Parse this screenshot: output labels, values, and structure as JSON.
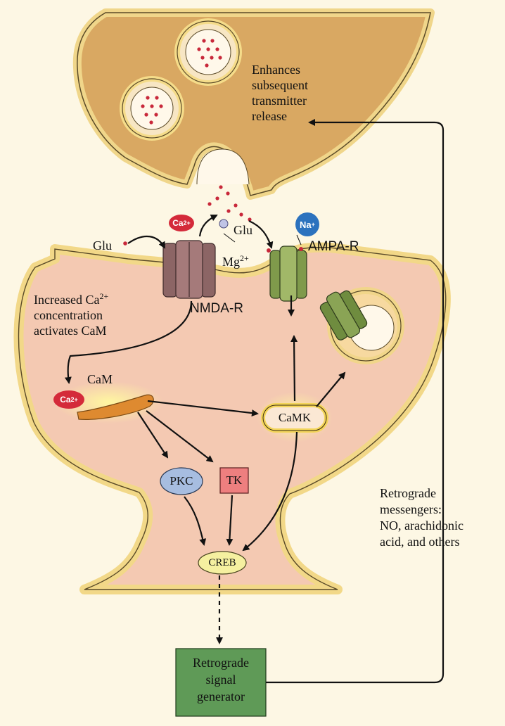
{
  "labels": {
    "enhances": [
      "Enhances",
      "subsequent",
      "transmitter",
      "release"
    ],
    "glu_left": "Glu",
    "glu_right": "Glu",
    "mg": "Mg",
    "mg_sup": "2+",
    "ampa": "AMPA-R",
    "nmda": "NMDA-R",
    "increased_line1": "Increased Ca",
    "increased_sup": "2+",
    "increased_line2": "concentration",
    "increased_line3": "activates CaM",
    "cam": "CaM",
    "retrograde": [
      "Retrograde",
      "messengers:",
      "NO, arachidonic",
      "acid, and others"
    ]
  },
  "nodes": {
    "camk": "CaMK",
    "pkc": "PKC",
    "tk": "TK",
    "creb": "CREB",
    "generator": [
      "Retrograde",
      "signal",
      "generator"
    ]
  },
  "ions": {
    "ca_top": "Ca2+",
    "ca_cam": "Ca2+",
    "na": "Na+"
  },
  "colors": {
    "background": "#fdf7e4",
    "presynaptic_fill": "#d9a862",
    "postsynaptic_fill": "#f4c9b2",
    "membrane": "#f5dc8a",
    "nmda_receptor": "#8c6565",
    "ampa_receptor": "#8aa455",
    "cam_bar": "#de8a30",
    "ca_ion": "#d42a3a",
    "na_ion": "#2c72be",
    "pkc": "#a7bde0",
    "tk": "#ee7f7f",
    "creb": "#f5f0a0",
    "generator": "#5f9a57"
  }
}
